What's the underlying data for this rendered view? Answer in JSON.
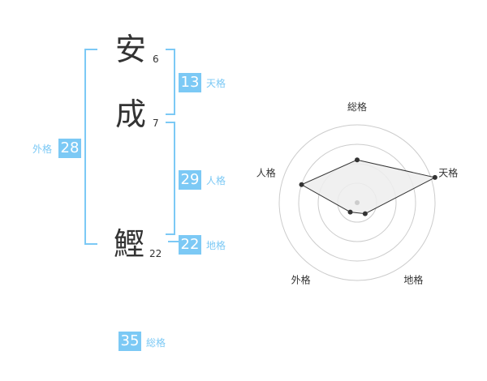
{
  "colors": {
    "accent": "#7cc9f5",
    "text": "#333333",
    "fill": "#ededed",
    "ring": "#cccccc",
    "center_dot": "#cccccc"
  },
  "characters": [
    {
      "char": "安",
      "strokes": "6"
    },
    {
      "char": "成",
      "strokes": "7"
    },
    {
      "char": "鰹",
      "strokes": "22"
    }
  ],
  "kaku": {
    "tenkaku": {
      "value": "13",
      "label": "天格"
    },
    "jinkaku": {
      "value": "29",
      "label": "人格"
    },
    "chikaku": {
      "value": "22",
      "label": "地格"
    },
    "gaikaku": {
      "value": "28",
      "label": "外格"
    },
    "soukaku": {
      "value": "35",
      "label": "総格"
    }
  },
  "chart_data": {
    "type": "radar",
    "axes": [
      "総格",
      "天格",
      "地格",
      "外格",
      "人格"
    ],
    "levels": 4,
    "range": [
      0,
      4
    ],
    "values": [
      2.2,
      4.2,
      0.7,
      0.6,
      3.0
    ],
    "grid": true
  }
}
